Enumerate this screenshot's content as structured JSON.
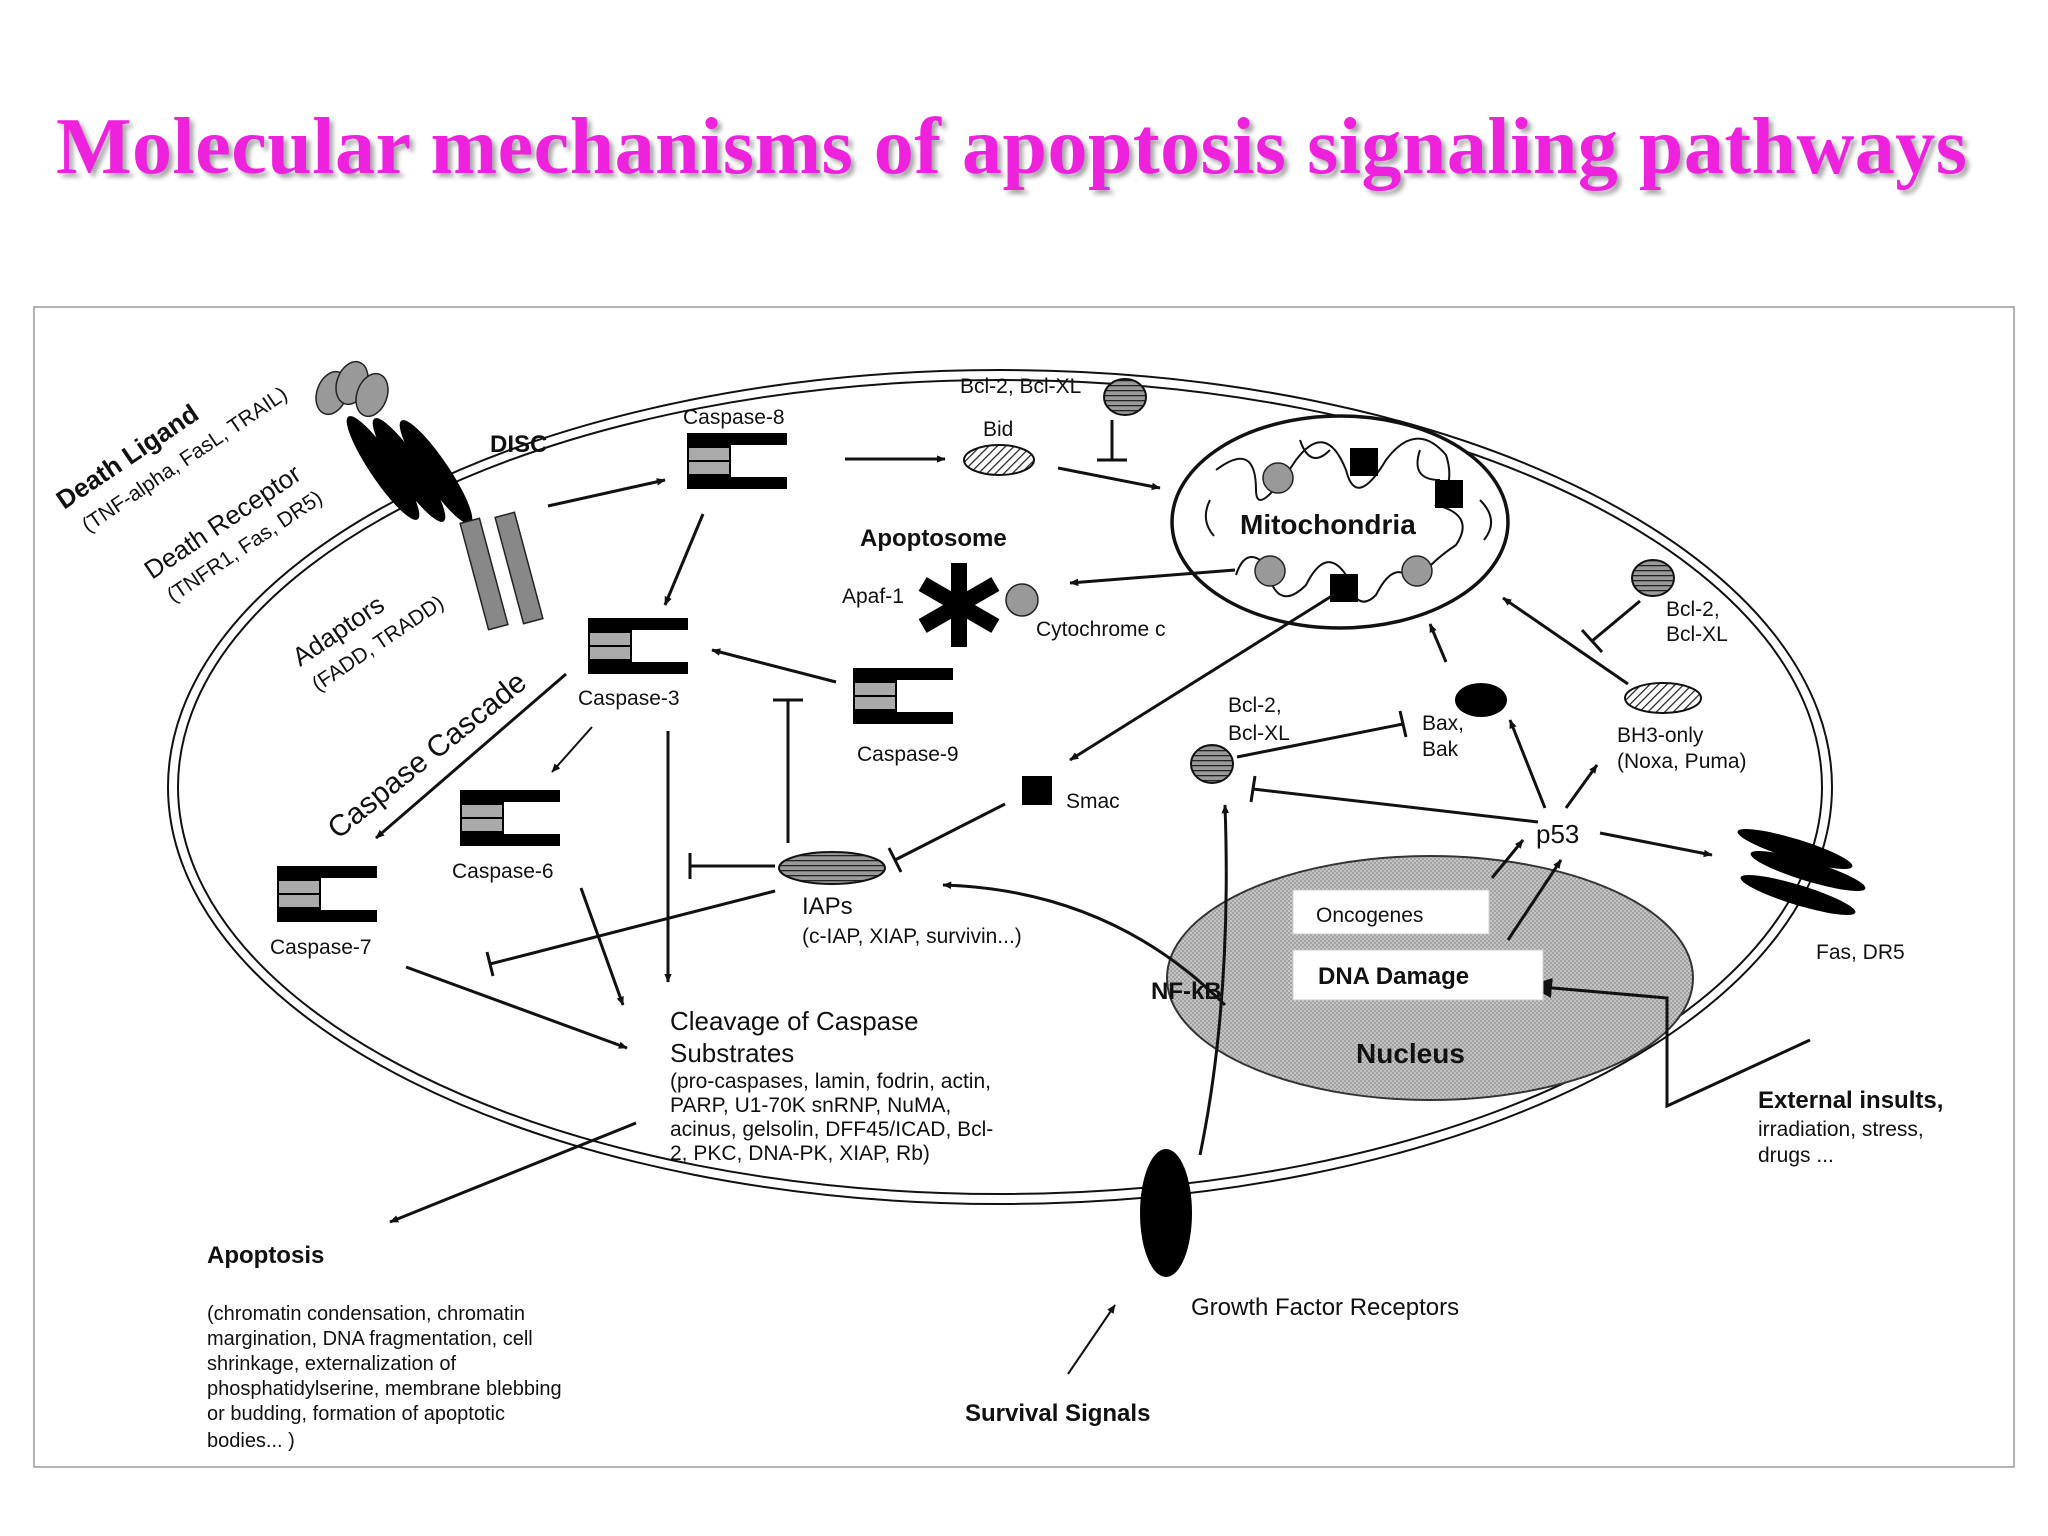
{
  "title": "Molecular mechanisms of apoptosis signaling pathways",
  "labels": {
    "death_ligand": "Death Ligand",
    "death_ligand_sub": "(TNF-alpha, FasL, TRAIL)",
    "death_receptor": "Death Receptor",
    "death_receptor_sub": "(TNFR1, Fas, DR5)",
    "adaptors": "Adaptors",
    "adaptors_sub": "(FADD, TRADD)",
    "disc": "DISC",
    "caspase8": "Caspase-8",
    "bid": "Bid",
    "bcl2_top": "Bcl-2, Bcl-XL",
    "mitochondria": "Mitochondria",
    "apoptosome": "Apoptosome",
    "apaf1": "Apaf-1",
    "cytochrome": "Cytochrome c",
    "caspase_cascade": "Caspase Cascade",
    "caspase3": "Caspase-3",
    "caspase9": "Caspase-9",
    "caspase6": "Caspase-6",
    "caspase7": "Caspase-7",
    "smac": "Smac",
    "iaps": "IAPs",
    "iaps_sub": "(c-IAP, XIAP, survivin...)",
    "bcl2_mid_1": "Bcl-2,",
    "bcl2_mid_2": "Bcl-XL",
    "bax_1": "Bax,",
    "bax_2": "Bak",
    "bcl2_right_1": "Bcl-2,",
    "bcl2_right_2": "Bcl-XL",
    "bh3_1": "BH3-only",
    "bh3_2": "(Noxa, Puma)",
    "p53": "p53",
    "fas_dr5": "Fas, DR5",
    "oncogenes": "Oncogenes",
    "dna_damage": "DNA Damage",
    "nfkb": "NF-kB",
    "nucleus": "Nucleus",
    "cleavage_1": "Cleavage of Caspase",
    "cleavage_2": "Substrates",
    "substrates": [
      "(pro-caspases, lamin, fodrin, actin,",
      "PARP, U1-70K snRNP, NuMA,",
      "acinus, gelsolin, DFF45/ICAD, Bcl-",
      "2, PKC, DNA-PK, XIAP, Rb)"
    ],
    "external": "External insults,",
    "external_sub": [
      "irradiation, stress,",
      "drugs ..."
    ],
    "apoptosis": "Apoptosis",
    "apoptosis_sub": [
      "(chromatin condensation, chromatin",
      "margination, DNA fragmentation, cell",
      "shrinkage, externalization of",
      "phosphatidylserine, membrane blebbing",
      "or budding, formation of apoptotic",
      "bodies...  )"
    ],
    "growth_factor": "Growth Factor Receptors",
    "survival": "Survival Signals"
  }
}
